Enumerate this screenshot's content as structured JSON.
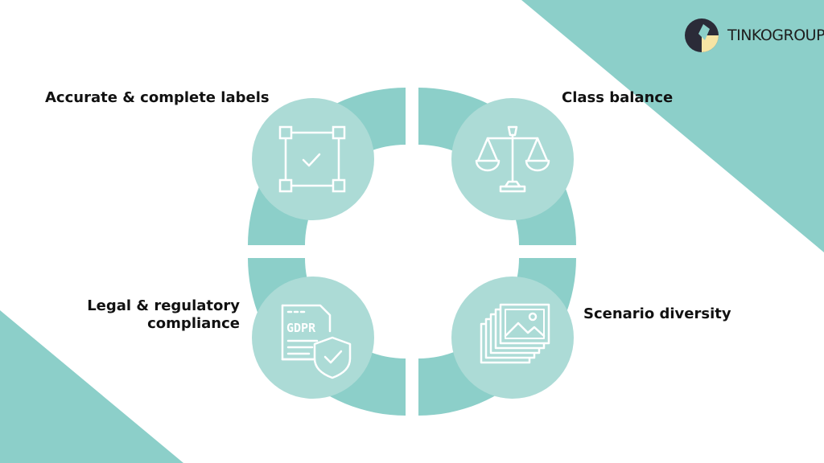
{
  "brand": {
    "name": "TINKOGROUP",
    "accent": "#8ccfc9",
    "circle": "#acdbd6",
    "logo_dark": "#2b2b38",
    "logo_yellow": "#f6e4a4"
  },
  "items": [
    {
      "label": "Accurate & complete labels",
      "icon": "bounding-box-check-icon"
    },
    {
      "label": "Class balance",
      "icon": "balance-scale-icon"
    },
    {
      "label": "Legal & regulatory compliance",
      "label_lines": [
        "Legal & regulatory",
        "compliance"
      ],
      "icon": "gdpr-document-shield-icon"
    },
    {
      "label": "Scenario diversity",
      "icon": "image-stack-icon"
    }
  ]
}
